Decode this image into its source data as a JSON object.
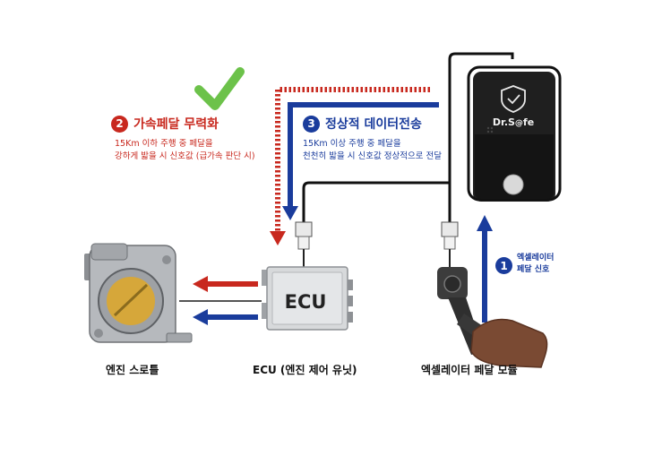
{
  "colors": {
    "red": "#c8281e",
    "blue": "#1a3c9c",
    "check": "#6cc24a",
    "device": "#1b1b1b",
    "ecu_box": "#d7d9db",
    "leather": "#7a4a33"
  },
  "steps": {
    "step2": {
      "number": "2",
      "title": "가속페달 무력화",
      "line1": "15Km 이하 주행 중 페달을",
      "line2": "강하게 밟을 시 신호값 (급가속 판단 시)"
    },
    "step3": {
      "number": "3",
      "title": "정상적 데이터전송",
      "line1": "15Km 이상 주행 중 페달을",
      "line2": "천천히 밟을 시 신호값 정상적으로 전달"
    },
    "step1": {
      "number": "1",
      "line1": "엑셀레이터",
      "line2": "페달 신호"
    }
  },
  "device": {
    "brand": "Dr.S",
    "brand_mid": "@",
    "brand_end": "fe",
    "icon": "shield-check-icon"
  },
  "ecu": {
    "label": "ECU"
  },
  "captions": {
    "throttle": "엔진 스로틀",
    "ecu": "ECU (엔진 제어 유닛)",
    "pedal": "엑셀레이터 페달 모듈"
  }
}
